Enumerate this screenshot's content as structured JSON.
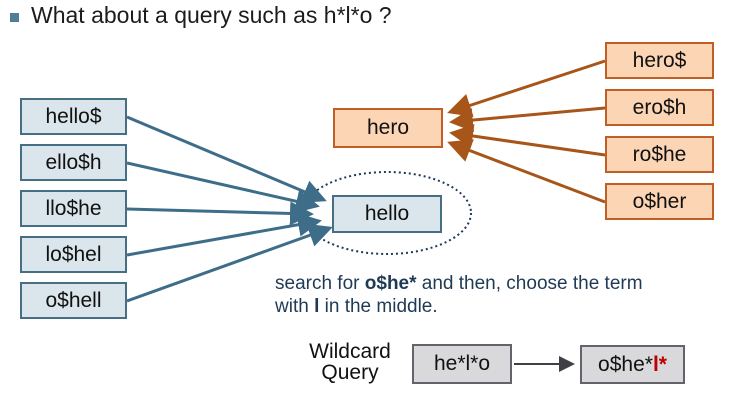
{
  "slide": {
    "title": "What about a query such as h*l*o ?",
    "left_terms": [
      "hello$",
      "ello$h",
      "llo$he",
      "lo$hel",
      "o$hell"
    ],
    "center_term": "hello",
    "right_target": "hero",
    "right_terms": [
      "hero$",
      "ero$h",
      "ro$he",
      "o$her"
    ],
    "note": {
      "l1a": "search for ",
      "l1b": "o$he*",
      "l1c": " and then, choose the term",
      "l2a": "with ",
      "l2b": "l",
      "l2c": " in the middle."
    },
    "wildcard": {
      "label_line1": "Wildcard",
      "label_line2": "Query",
      "query": "he*l*o",
      "rewritten_prefix": "o$he*",
      "rewritten_highlight": "l*"
    },
    "colors": {
      "steel_arrow": "#3e6d89",
      "blue_node_fill": "#dae5ec",
      "blue_node_border": "#466f85",
      "brown_arrow": "#a8551a",
      "orange_node_fill": "#fcd5b4",
      "orange_node_border": "#c05f25",
      "ellipse_dotted": "#1b3a5c",
      "note_text": "#1f3a55",
      "gray_node_fill": "#d9d9db",
      "highlight_red": "#c00000",
      "bullet": "#4e7f95"
    }
  }
}
